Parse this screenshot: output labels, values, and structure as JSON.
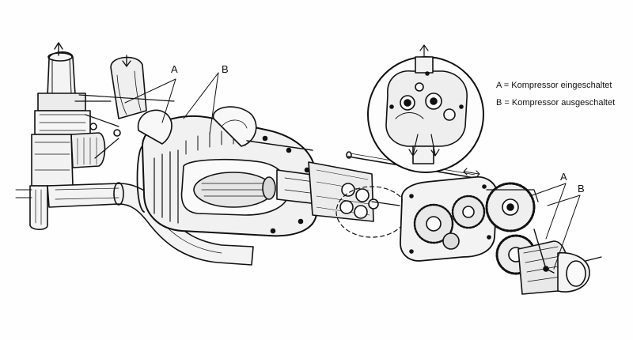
{
  "figure": {
    "callouts_left": {
      "a": "A",
      "b": "B"
    },
    "callouts_right": {
      "a": "A",
      "b": "B"
    },
    "legend": [
      {
        "key": "A",
        "eq": "=",
        "text": "Kompressor eingeschaltet"
      },
      {
        "key": "B",
        "eq": "=",
        "text": "Kompressor ausgeschaltet"
      }
    ]
  },
  "colors": {
    "ink": "#111111",
    "paper": "#fefefe",
    "hatch": "#333333"
  }
}
